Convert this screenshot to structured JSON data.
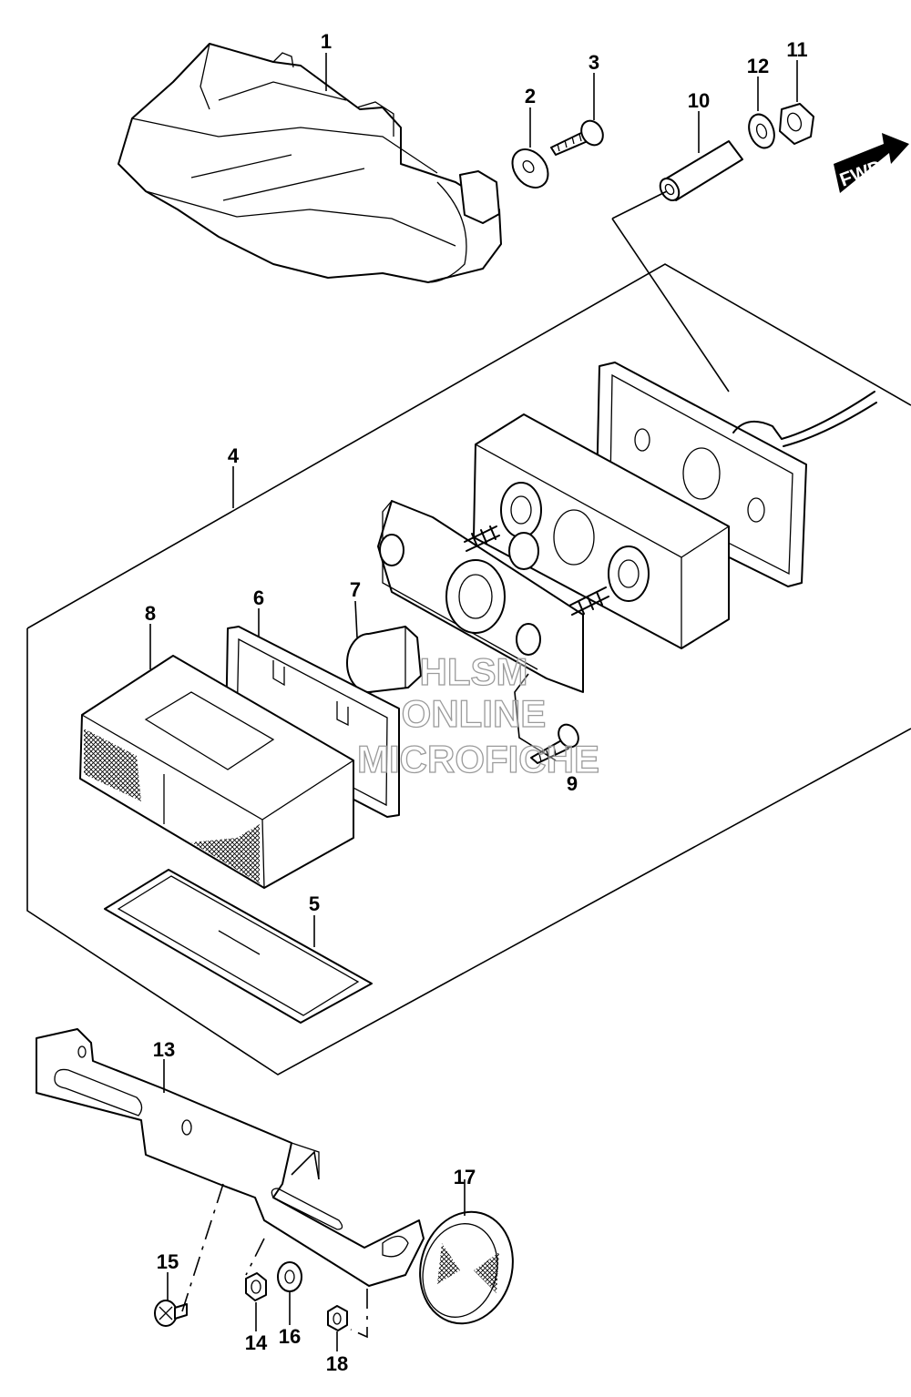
{
  "callouts": [
    {
      "id": "1",
      "label": "1"
    },
    {
      "id": "2",
      "label": "2"
    },
    {
      "id": "3",
      "label": "3"
    },
    {
      "id": "4",
      "label": "4"
    },
    {
      "id": "5",
      "label": "5"
    },
    {
      "id": "6",
      "label": "6"
    },
    {
      "id": "7",
      "label": "7"
    },
    {
      "id": "8",
      "label": "8"
    },
    {
      "id": "9",
      "label": "9"
    },
    {
      "id": "10",
      "label": "10"
    },
    {
      "id": "11",
      "label": "11"
    },
    {
      "id": "12",
      "label": "12"
    },
    {
      "id": "13",
      "label": "13"
    },
    {
      "id": "14",
      "label": "14"
    },
    {
      "id": "15",
      "label": "15"
    },
    {
      "id": "16",
      "label": "16"
    },
    {
      "id": "17",
      "label": "17"
    },
    {
      "id": "18",
      "label": "18"
    }
  ],
  "direction_badge": {
    "label": "FWD"
  },
  "watermark": {
    "line1": "HLSM",
    "line2": "ONLINE",
    "line3": "MICROFICHE"
  },
  "colors": {
    "ink": "#000000",
    "watermark": "#9a9a9a",
    "background": "#ffffff"
  }
}
